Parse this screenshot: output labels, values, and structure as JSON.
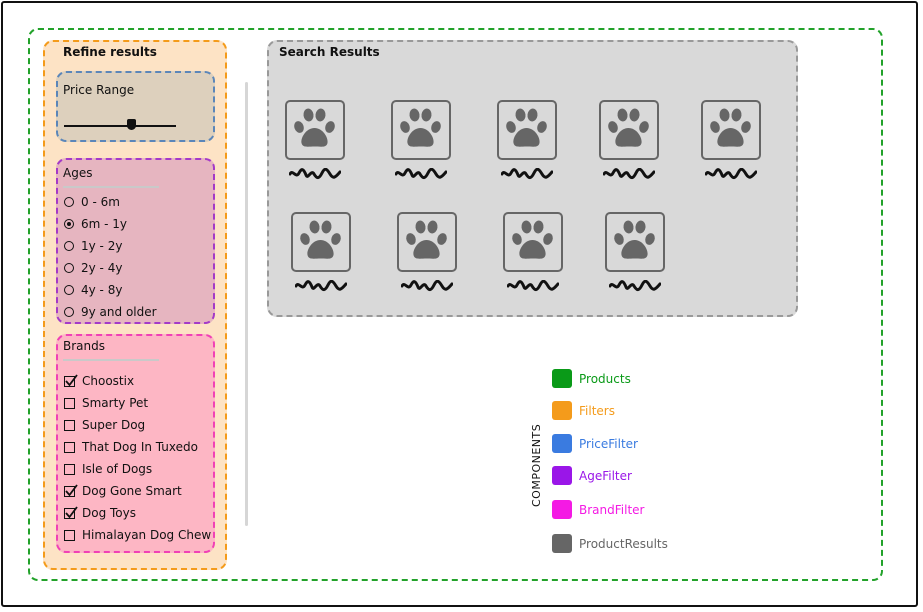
{
  "filters": {
    "title": "Refine results",
    "price_range": {
      "title": "Price Range",
      "value": 0.6
    },
    "ages": {
      "title": "Ages",
      "options": [
        {
          "label": "0 - 6m",
          "selected": false
        },
        {
          "label": "6m - 1y",
          "selected": true
        },
        {
          "label": "1y - 2y",
          "selected": false
        },
        {
          "label": "2y - 4y",
          "selected": false
        },
        {
          "label": "4y - 8y",
          "selected": false
        },
        {
          "label": "9y and older",
          "selected": false
        }
      ]
    },
    "brands": {
      "title": "Brands",
      "options": [
        {
          "label": "Choostix",
          "checked": true
        },
        {
          "label": "Smarty Pet",
          "checked": false
        },
        {
          "label": "Super Dog",
          "checked": false
        },
        {
          "label": "That Dog In Tuxedo",
          "checked": false
        },
        {
          "label": "Isle of Dogs",
          "checked": false
        },
        {
          "label": "Dog Gone Smart",
          "checked": true
        },
        {
          "label": "Dog Toys",
          "checked": true
        },
        {
          "label": "Himalayan Dog Chew",
          "checked": false
        }
      ]
    }
  },
  "results": {
    "title": "Search Results",
    "product_icon": "paw-print-icon"
  },
  "legend": {
    "title": "COMPONENTS",
    "items": [
      {
        "label": "Products",
        "color": "#0a9a18"
      },
      {
        "label": "Filters",
        "color": "#f49b1b"
      },
      {
        "label": "PriceFilter",
        "color": "#3a7be0"
      },
      {
        "label": "AgeFilter",
        "color": "#9a16e8"
      },
      {
        "label": "BrandFilter",
        "color": "#f41ae4"
      },
      {
        "label": "ProductResults",
        "color": "#666666"
      }
    ]
  }
}
